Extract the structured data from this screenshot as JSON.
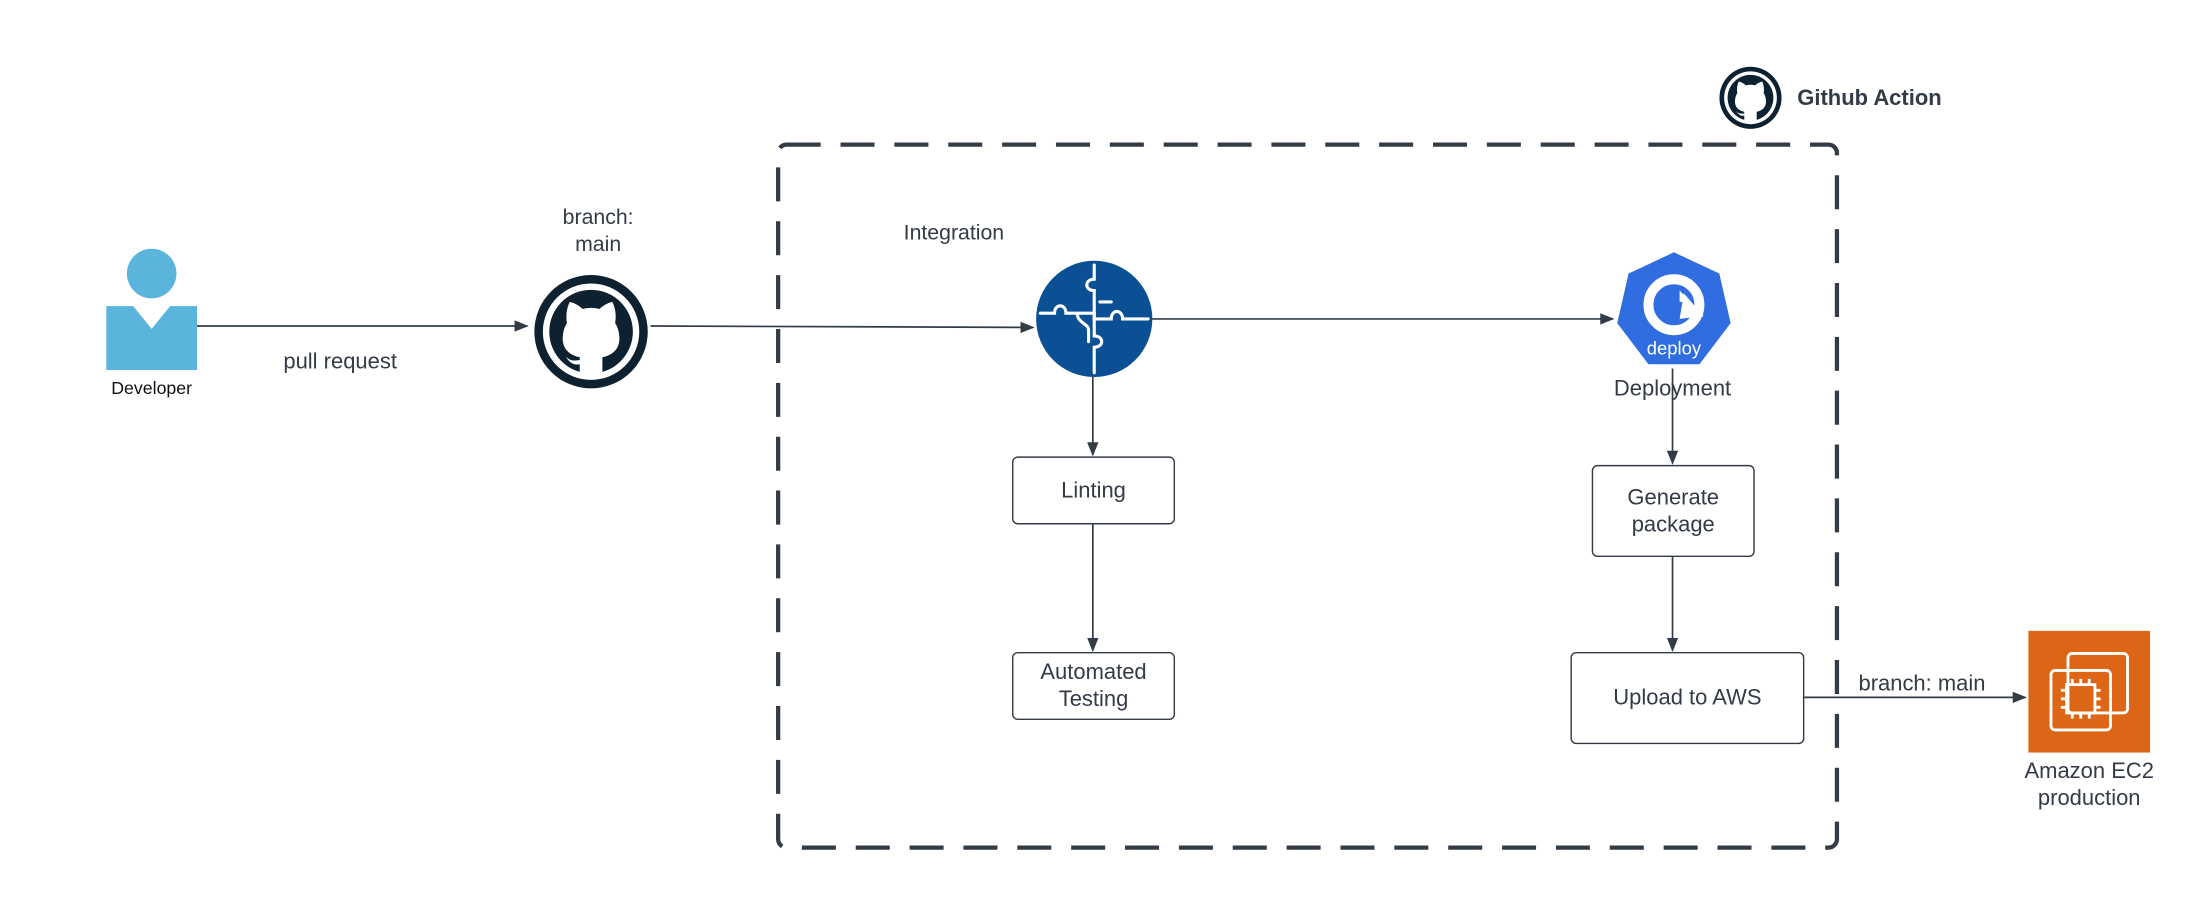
{
  "diagram": {
    "developer": {
      "label": "Developer",
      "icon": "user-icon",
      "color": "#5ab4dc"
    },
    "repo": {
      "label": "branch:\nmain",
      "icon": "github-icon"
    },
    "pull_request_label": "pull request",
    "github_action": {
      "title": "Github Action",
      "icon": "github-icon"
    },
    "integration": {
      "label": "Integration",
      "icon": "puzzle-icon",
      "color": "#0b4f94"
    },
    "deployment": {
      "label": "Deployment",
      "icon": "deploy-icon",
      "icon_text": "deploy",
      "color": "#2f6de0"
    },
    "steps": {
      "linting": "Linting",
      "automated_testing": "Automated\nTesting",
      "generate_package": "Generate\npackage",
      "upload_aws": "Upload to AWS"
    },
    "ec2": {
      "label": "Amazon EC2\nproduction",
      "edge_label": "branch: main",
      "icon": "ec2-chip-icon",
      "color": "#dd6516"
    }
  }
}
